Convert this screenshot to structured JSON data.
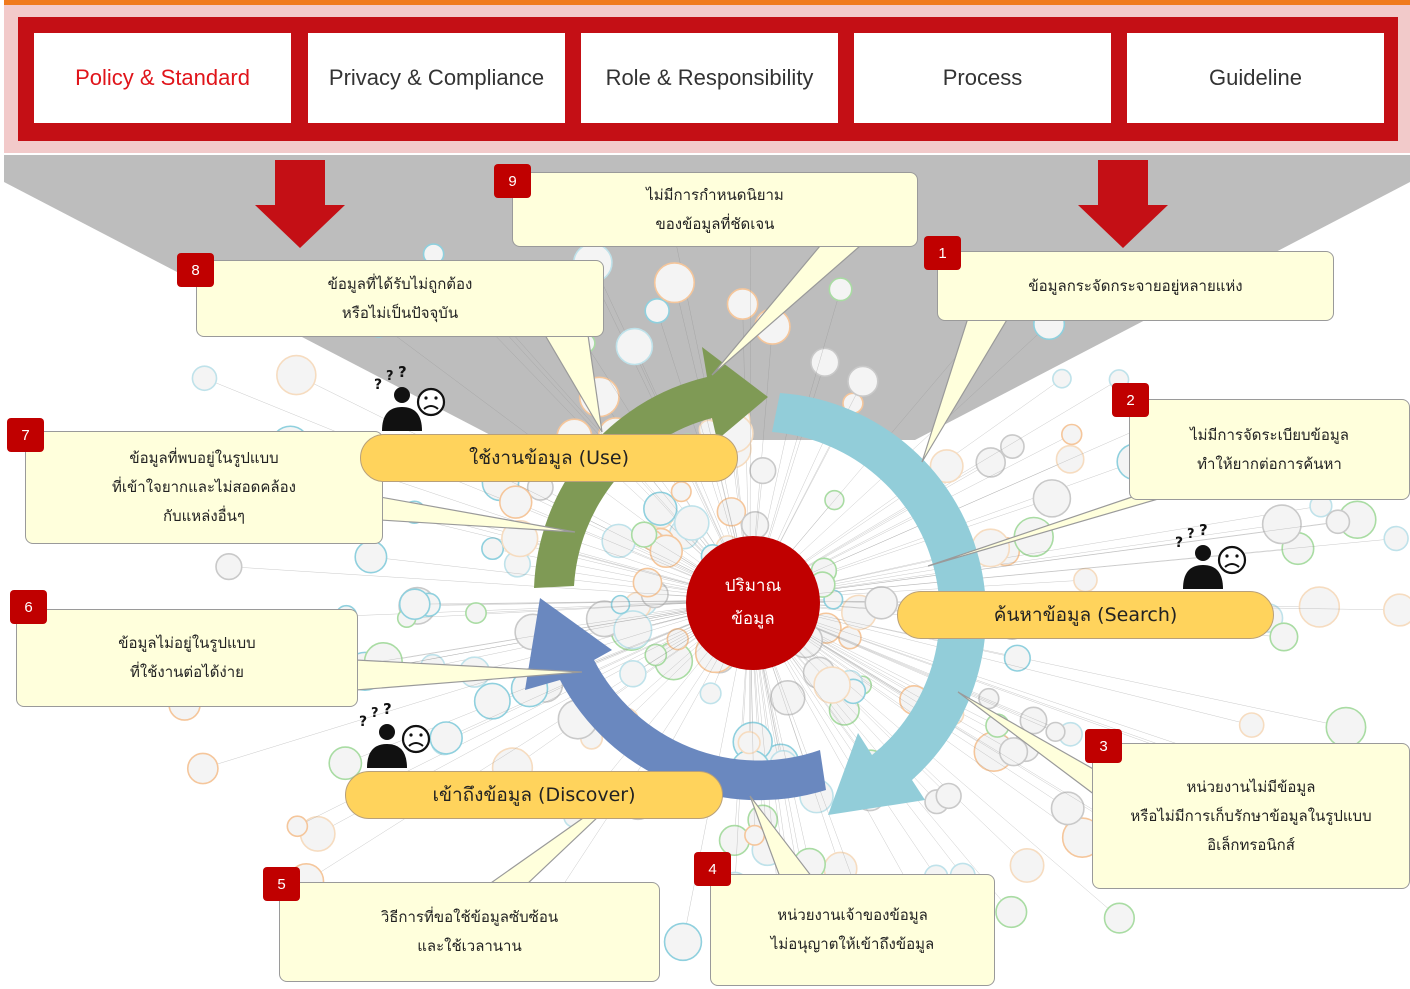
{
  "tabs": [
    {
      "label": "Policy & Standard",
      "active": true
    },
    {
      "label": "Privacy & Compliance",
      "active": false
    },
    {
      "label": "Role & Responsibility",
      "active": false
    },
    {
      "label": "Process",
      "active": false
    },
    {
      "label": "Guideline",
      "active": false
    }
  ],
  "center": {
    "label": "ปริมาณ\nข้อมูล"
  },
  "stages": {
    "use": "ใช้งานข้อมูล (Use)",
    "search": "ค้นหาข้อมูล (Search)",
    "discover": "เข้าถึงข้อมูล (Discover)"
  },
  "problems": [
    {
      "num": "1",
      "text": "ข้อมูลกระจัดกระจายอยู่หลายแห่ง"
    },
    {
      "num": "2",
      "text": "ไม่มีการจัดระเบียบข้อมูล\nทำให้ยากต่อการค้นหา"
    },
    {
      "num": "3",
      "text": "หน่วยงานไม่มีข้อมูล\nหรือไม่มีการเก็บรักษาข้อมูลในรูปแบบ\nอิเล็กทรอนิกส์"
    },
    {
      "num": "4",
      "text": "หน่วยงานเจ้าของข้อมูล\nไม่อนุญาตให้เข้าถึงข้อมูล"
    },
    {
      "num": "5",
      "text": "วิธีการที่ขอใช้ข้อมูลซับซ้อน\nและใช้เวลานาน"
    },
    {
      "num": "6",
      "text": "ข้อมูลไม่อยู่ในรูปแบบ\nที่ใช้งานต่อได้ง่าย"
    },
    {
      "num": "7",
      "text": "ข้อมูลที่พบอยู่ในรูปแบบ\nที่เข้าใจยากและไม่สอดคล้อง\nกับแหล่งอื่นๆ"
    },
    {
      "num": "8",
      "text": "ข้อมูลที่ได้รับไม่ถูกต้อง\nหรือไม่เป็นปัจจุบัน"
    },
    {
      "num": "9",
      "text": "ไม่มีการกำหนดนิยาม\nของข้อมูลที่ชัดเจน"
    }
  ],
  "colors": {
    "tab_frame": "#c40f15",
    "tab_band": "#f2caca",
    "active_tab_text": "#e0141a",
    "badge": "#c00000",
    "callout_fill": "#ffffdc",
    "stage_fill": "#ffd35c",
    "arrow_use": "#7f9a55",
    "arrow_search": "#92cdd9",
    "arrow_discover": "#6a88bf"
  }
}
